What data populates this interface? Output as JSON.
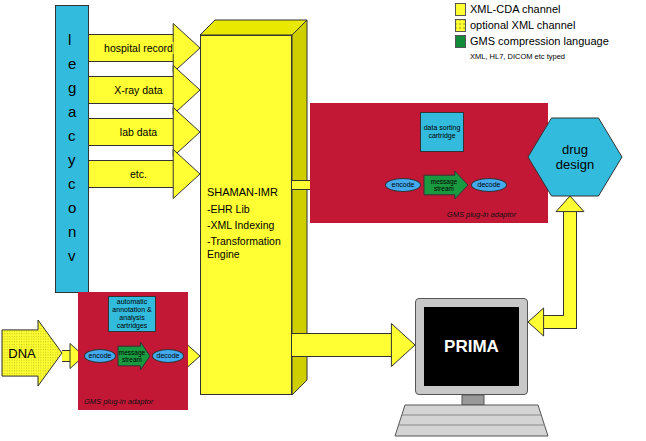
{
  "diagram": {
    "nodes": [
      {
        "text": [
          "legacy conv"
        ]
      },
      {
        "text": [
          "SHAMAN-IMR",
          "-EHR Lib",
          "-XML Indexing",
          "-Transformation Engine"
        ]
      },
      {
        "text": [
          "GMS plug-in adaptor"
        ]
      },
      {
        "text": [
          "data sorting cartridge"
        ],
        "in": 2
      },
      {
        "text": [
          "encode"
        ],
        "in": 2
      },
      {
        "text": [
          "message stream"
        ],
        "in": 2
      },
      {
        "text": [
          "decode"
        ],
        "in": 2
      },
      {
        "text": [
          "drug design"
        ]
      },
      {
        "text": [
          "DNA"
        ]
      },
      {
        "text": [
          "GMS plug-in adaptor"
        ]
      },
      {
        "text": [
          "automatic annotation & analysis cartridges"
        ],
        "in": 9
      },
      {
        "text": [
          "encode"
        ],
        "in": 9
      },
      {
        "text": [
          "message stream"
        ],
        "in": 9
      },
      {
        "text": [
          "decode"
        ],
        "in": 9
      },
      {
        "text": [
          "PRIMA"
        ]
      }
    ],
    "edges": [
      {
        "from": 0,
        "to": 1,
        "arrow": "to",
        "label": "hospital record"
      },
      {
        "from": 0,
        "to": 1,
        "arrow": "to",
        "label": "X-ray data"
      },
      {
        "from": 0,
        "to": 1,
        "arrow": "to",
        "label": "lab data"
      },
      {
        "from": 0,
        "to": 1,
        "arrow": "to",
        "label": "etc."
      },
      {
        "from": 1,
        "to": 4,
        "arrow": "to"
      },
      {
        "from": 3,
        "to": 5,
        "arrow": "to"
      },
      {
        "from": 6,
        "to": 7,
        "arrow": "to"
      },
      {
        "from": 7,
        "to": 14,
        "arrow": "both"
      },
      {
        "from": 1,
        "to": 14,
        "arrow": "to"
      },
      {
        "from": 8,
        "to": 11,
        "arrow": "to"
      },
      {
        "from": 10,
        "to": 12,
        "arrow": "to"
      },
      {
        "from": 13,
        "to": 1,
        "arrow": "to"
      }
    ],
    "labels": [
      "XML, HL7, DICOM etc typed"
    ],
    "legend": [
      {
        "text": "XML-CDA channel",
        "color": "#ffff33"
      },
      {
        "text": "optional XML channel"
      },
      {
        "text": "GMS compression language",
        "color": "#118a3a"
      }
    ]
  }
}
